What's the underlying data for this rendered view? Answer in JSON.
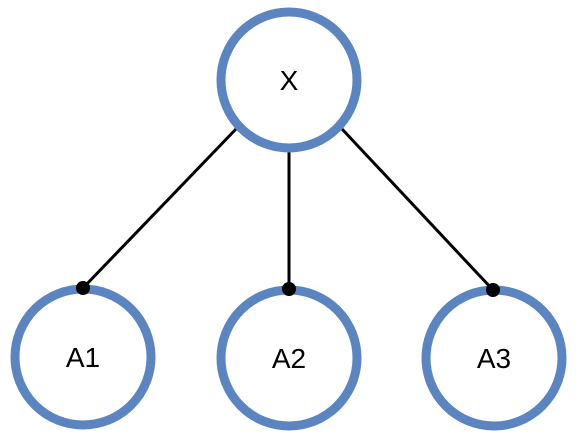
{
  "diagram": {
    "nodes": {
      "root": {
        "label": "X"
      },
      "child1": {
        "label": "A1"
      },
      "child2": {
        "label": "A2"
      },
      "child3": {
        "label": "A3"
      }
    },
    "colors": {
      "node_stroke": "#5b85c0",
      "edge": "#000000",
      "node_fill": "#ffffff"
    }
  }
}
